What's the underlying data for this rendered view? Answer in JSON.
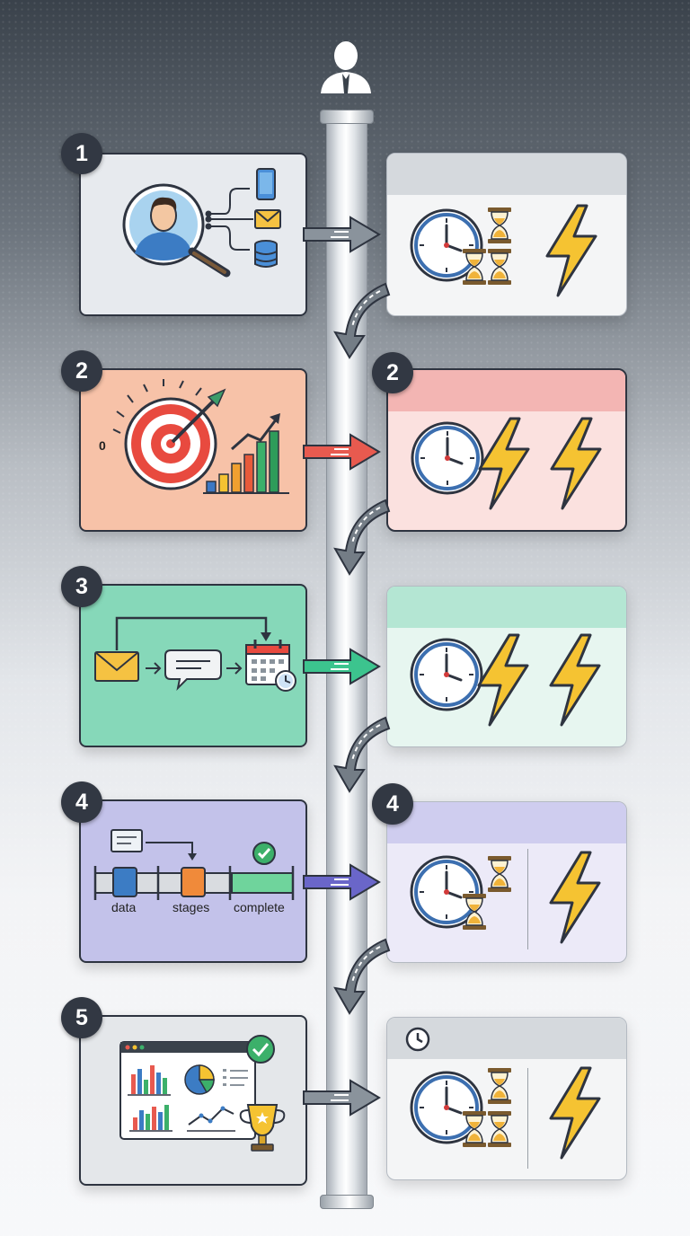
{
  "steps": [
    {
      "number": "1",
      "color": "#e7eaee"
    },
    {
      "number": "2",
      "color": "#f7c2a8"
    },
    {
      "number": "3",
      "color": "#86d8b9"
    },
    {
      "number": "4",
      "color": "#c3c2ea"
    },
    {
      "number": "5",
      "color": "#e4e7ea"
    }
  ],
  "panel_badges": {
    "p2": "2",
    "p4": "4"
  },
  "step2": {
    "gauge_zero": "0"
  },
  "step4": {
    "labels": {
      "data": "data",
      "stages": "stages",
      "complete": "complete"
    }
  },
  "colors": {
    "dark": "#323843",
    "bolt": "#f5c332",
    "arrow_gray": "#8a939c",
    "arrow_red": "#e85a4f",
    "arrow_green": "#3cc48e",
    "arrow_purple": "#6a66c9"
  }
}
